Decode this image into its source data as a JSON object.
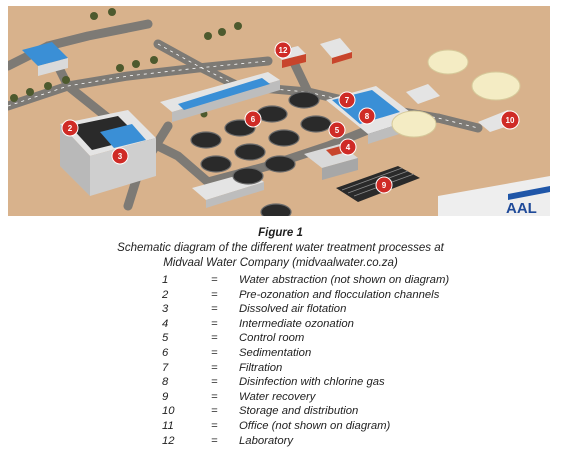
{
  "diagram": {
    "banner_text": "AAL",
    "markers": [
      {
        "n": "12"
      },
      {
        "n": "2"
      },
      {
        "n": "3"
      },
      {
        "n": "6"
      },
      {
        "n": "7"
      },
      {
        "n": "8"
      },
      {
        "n": "5"
      },
      {
        "n": "4"
      },
      {
        "n": "9"
      },
      {
        "n": "10"
      }
    ],
    "colors": {
      "ground": "#d8b28c",
      "road": "#7d7a75",
      "marker": "#cf2b26",
      "roof_blue": "#3a8fd6",
      "tank_dark": "#2a2a2a",
      "storage_tank": "#f4ecc4"
    }
  },
  "caption": {
    "figure": "Figure 1",
    "line1": "Schematic diagram of the different water treatment processes at",
    "line2": "Midvaal Water Company (midvaalwater.co.za)"
  },
  "legend": [
    {
      "num": "1",
      "sep": "=",
      "text": "Water abstraction (not shown on diagram)"
    },
    {
      "num": "2",
      "sep": "=",
      "text": "Pre-ozonation and flocculation channels"
    },
    {
      "num": "3",
      "sep": "=",
      "text": "Dissolved air flotation"
    },
    {
      "num": "4",
      "sep": "=",
      "text": "Intermediate ozonation"
    },
    {
      "num": "5",
      "sep": "=",
      "text": "Control room"
    },
    {
      "num": "6",
      "sep": "=",
      "text": "Sedimentation"
    },
    {
      "num": "7",
      "sep": "=",
      "text": "Filtration"
    },
    {
      "num": "8",
      "sep": "=",
      "text": "Disinfection with chlorine gas"
    },
    {
      "num": "9",
      "sep": "=",
      "text": "Water recovery"
    },
    {
      "num": "10",
      "sep": "=",
      "text": "Storage and distribution"
    },
    {
      "num": "11",
      "sep": "=",
      "text": "Office (not shown on diagram)"
    },
    {
      "num": "12",
      "sep": "=",
      "text": "Laboratory"
    }
  ]
}
